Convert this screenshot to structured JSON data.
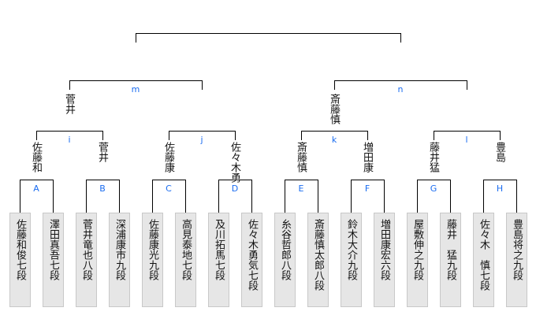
{
  "players": [
    "佐藤和俊七段",
    "澤田真吾七段",
    "菅井竜也八段",
    "深浦康市九段",
    "佐藤康光九段",
    "高見泰地七段",
    "及川拓馬七段",
    "佐々木勇気七段",
    "糸谷哲郎八段",
    "斎藤慎太郎八段",
    "鈴木大介九段",
    "増田康宏六段",
    "屋敷伸之九段",
    "藤井　猛九段",
    "佐々木　慎七段",
    "豊島将之九段"
  ],
  "round1": [
    {
      "label": "A",
      "winner": "佐藤和"
    },
    {
      "label": "B",
      "winner": "菅井"
    },
    {
      "label": "C",
      "winner": "佐藤康"
    },
    {
      "label": "D",
      "winner": "佐々木勇"
    },
    {
      "label": "E",
      "winner": "斎藤慎"
    },
    {
      "label": "F",
      "winner": "増田康"
    },
    {
      "label": "G",
      "winner": "藤井猛"
    },
    {
      "label": "H",
      "winner": "豊島"
    }
  ],
  "round2": [
    {
      "label": "i",
      "winner": "菅井"
    },
    {
      "label": "j",
      "winner": ""
    },
    {
      "label": "k",
      "winner": "斎藤慎"
    },
    {
      "label": "l",
      "winner": ""
    }
  ],
  "round3": [
    {
      "label": "m",
      "winner": ""
    },
    {
      "label": "n",
      "winner": ""
    }
  ],
  "final": {
    "label": ""
  }
}
